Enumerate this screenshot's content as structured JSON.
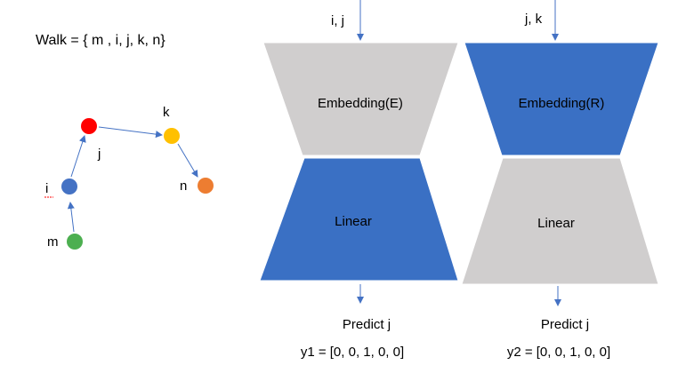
{
  "walk_text": "Walk = { m , i, j, k, n}",
  "graph": {
    "nodes": [
      {
        "id": "m",
        "label": "m",
        "color": "#4caf50"
      },
      {
        "id": "i",
        "label": "i",
        "color": "#4472c4"
      },
      {
        "id": "j",
        "label": "j",
        "color": "#ff0000"
      },
      {
        "id": "k",
        "label": "k",
        "color": "#ffc000"
      },
      {
        "id": "n",
        "label": "n",
        "color": "#ed7d31"
      }
    ],
    "edges": [
      [
        "m",
        "i"
      ],
      [
        "i",
        "j"
      ],
      [
        "j",
        "k"
      ],
      [
        "k",
        "n"
      ]
    ]
  },
  "left_model": {
    "input": "i, j",
    "top_block": {
      "label": "Embedding(E)",
      "color": "#d0cece"
    },
    "bottom_block": {
      "label": "Linear",
      "color": "#3a70c4"
    },
    "predict": "Predict j",
    "output": "y1 = [0, 0, 1, 0, 0]"
  },
  "right_model": {
    "input": "j, k",
    "top_block": {
      "label": "Embedding(R)",
      "color": "#3a70c4"
    },
    "bottom_block": {
      "label": "Linear",
      "color": "#d0cece"
    },
    "predict": "Predict j",
    "output": "y2 = [0, 0, 1, 0, 0]"
  },
  "arrow_color": "#4472c4"
}
